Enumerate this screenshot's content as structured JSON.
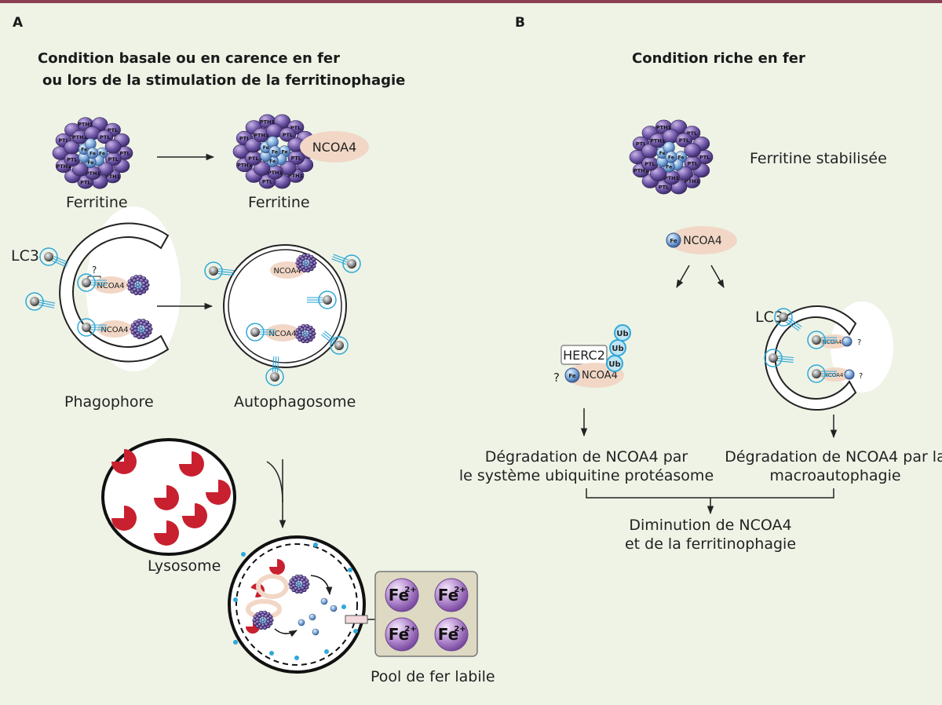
{
  "panels": {
    "a": "A",
    "b": "B"
  },
  "panel_a": {
    "heading_line1": "Condition basale ou  en carence en fer",
    "heading_line2": "ou lors de la stimulation de la ferritinophagie",
    "ferritin_label_1": "Ferritine",
    "ferritin_label_2": "Ferritine",
    "ncoa4": "NCOA4",
    "ncoa4_small": "NCOA4",
    "lc3": "LC3",
    "question": "?",
    "phagophore": "Phagophore",
    "autophagosome": "Autophagosome",
    "lysosome": "Lysosome",
    "pool": "Pool de fer labile",
    "fe_ion": "Fe",
    "fe_charge": "2+"
  },
  "panel_b": {
    "heading": "Condition riche en  fer",
    "ferritin_stabilized": "Ferritine stabilisée",
    "ncoa4": "NCOA4",
    "lc3": "LC3",
    "herc2": "HERC2",
    "ub": "Ub",
    "question": "?",
    "ups_line1": "Dégradation de NCOA4 par",
    "ups_line2": "le système ubiquitine protéasome",
    "macro_line1": "Dégradation de NCOA4 par la",
    "macro_line2": "macroautophagie",
    "dim_line1": "Diminution de NCOA4",
    "dim_line2": "et de la ferritinophagie"
  },
  "ferritin_subunits": {
    "heavy": "PTH1",
    "light": "PTL",
    "iron": "Fe"
  },
  "colors": {
    "background": "#eef3e6",
    "top_bar": "#8a3f52",
    "ncoa4_blob": "#f2d7c6",
    "ferritin_purple": "#6a4f9c",
    "ferritin_core_blue": "#7aa7d8",
    "lysosome_red": "#c8202f",
    "lc3_cyan": "#2fa8d8",
    "fe_sphere": "#b88fd0",
    "pool_box": "#ddd9c2"
  }
}
